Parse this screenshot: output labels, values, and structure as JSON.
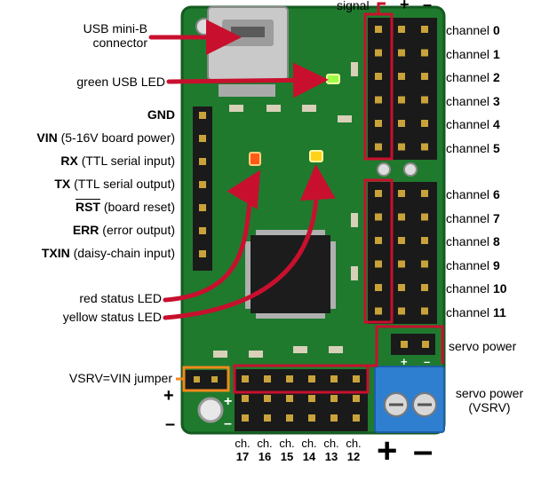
{
  "labels": {
    "usb_connector": [
      "USB mini-B",
      "connector"
    ],
    "green_led": "green USB LED",
    "gnd": "GND",
    "vin_bold": "VIN",
    "vin_desc": "(5-16V board power)",
    "rx_bold": "RX",
    "rx_desc": "(TTL serial input)",
    "tx_bold": "TX",
    "tx_desc": "(TTL serial output)",
    "rst_bold": "RST",
    "rst_desc": "(board reset)",
    "err_bold": "ERR",
    "err_desc": "(error output)",
    "txin_bold": "TXIN",
    "txin_desc": "(daisy-chain input)",
    "red_led": "red status LED",
    "yellow_led": "yellow status LED",
    "vsrv_jumper": "VSRV=VIN jumper",
    "signal": "signal",
    "plus": "+",
    "minus": "–",
    "servo_power": "servo power",
    "servo_power_vsrv": [
      "servo power",
      "(VSRV)"
    ]
  },
  "channels_right": [
    {
      "prefix": "channel",
      "num": "0"
    },
    {
      "prefix": "channel",
      "num": "1"
    },
    {
      "prefix": "channel",
      "num": "2"
    },
    {
      "prefix": "channel",
      "num": "3"
    },
    {
      "prefix": "channel",
      "num": "4"
    },
    {
      "prefix": "channel",
      "num": "5"
    },
    {
      "prefix": "channel",
      "num": "6"
    },
    {
      "prefix": "channel",
      "num": "7"
    },
    {
      "prefix": "channel",
      "num": "8"
    },
    {
      "prefix": "channel",
      "num": "9"
    },
    {
      "prefix": "channel",
      "num": "10"
    },
    {
      "prefix": "channel",
      "num": "11"
    }
  ],
  "channels_bottom": [
    {
      "prefix": "ch.",
      "num": "17"
    },
    {
      "prefix": "ch.",
      "num": "16"
    },
    {
      "prefix": "ch.",
      "num": "15"
    },
    {
      "prefix": "ch.",
      "num": "14"
    },
    {
      "prefix": "ch.",
      "num": "13"
    },
    {
      "prefix": "ch.",
      "num": "12"
    }
  ],
  "colors": {
    "pcb": "#1f7a2e",
    "pcb_dark": "#145a20",
    "arrow": "#c8102e",
    "highlight": "#c8102e",
    "jumper_box": "#f08a1c",
    "terminal": "#2f7fd1",
    "header": "#1a1a1a",
    "pin": "#c9a33a"
  }
}
